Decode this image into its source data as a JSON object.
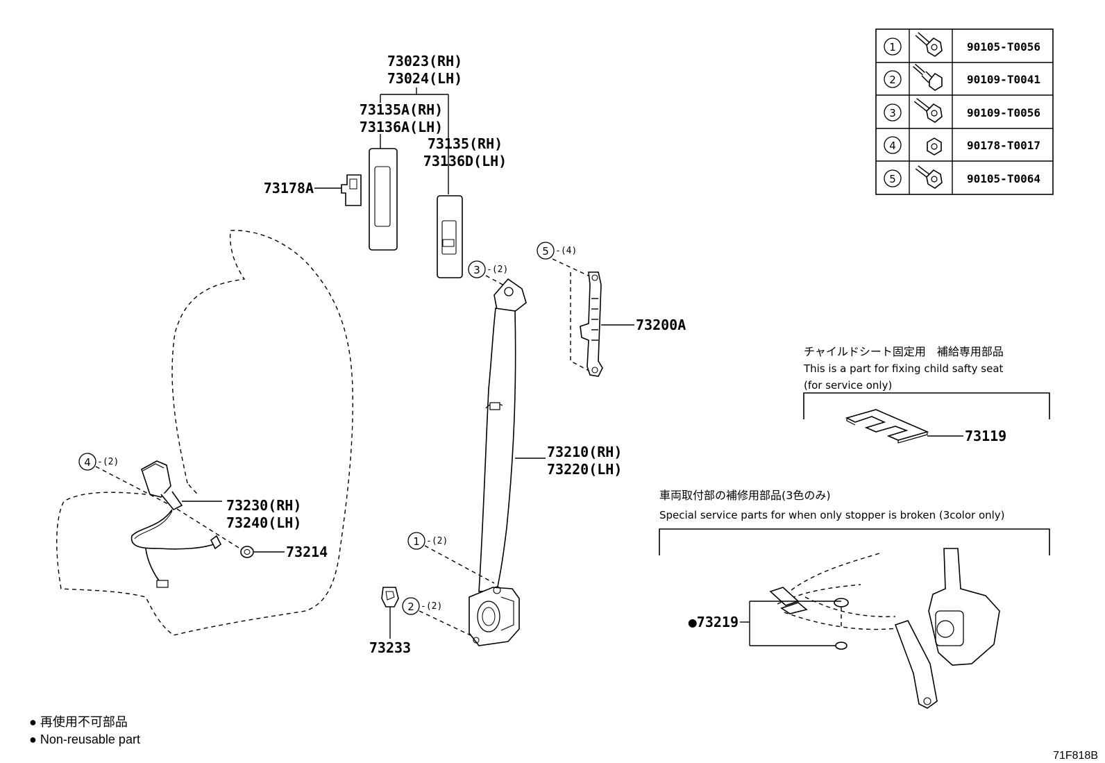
{
  "fastener_table": [
    {
      "num": "1",
      "icon": "flange-bolt-icon",
      "part_no": "90105-T0056"
    },
    {
      "num": "2",
      "icon": "stepped-bolt-icon",
      "part_no": "90109-T0041"
    },
    {
      "num": "3",
      "icon": "flange-bolt-icon",
      "part_no": "90109-T0056"
    },
    {
      "num": "4",
      "icon": "hex-nut-icon",
      "part_no": "90178-T0017"
    },
    {
      "num": "5",
      "icon": "flange-bolt-icon",
      "part_no": "90105-T0064"
    }
  ],
  "labels": {
    "p73023": "73023(RH)",
    "p73024": "73024(LH)",
    "p73135a": "73135A(RH)",
    "p73136a": "73136A(LH)",
    "p73135": "73135(RH)",
    "p73136d": "73136D(LH)",
    "p73178a": "73178A",
    "p73200a": "73200A",
    "p73210": "73210(RH)",
    "p73220": "73220(LH)",
    "p73230": "73230(RH)",
    "p73240": "73240(LH)",
    "p73214": "73214",
    "p73233": "73233",
    "p73119": "73119",
    "p73219": "●73219"
  },
  "callouts": {
    "c5": {
      "num": "5",
      "count": "-(4)"
    },
    "c3": {
      "num": "3",
      "count": "-(2)"
    },
    "c4": {
      "num": "4",
      "count": "-(2)"
    },
    "c1": {
      "num": "1",
      "count": "-(2)"
    },
    "c2": {
      "num": "2",
      "count": "-(2)"
    }
  },
  "child_seat_box": {
    "jp": "チャイルドシート固定用　補給専用部品",
    "en1": "This is a part for fixing child safty seat",
    "en2": "(for service only)"
  },
  "stopper_box": {
    "jp": "車両取付部の補修用部品(3色のみ)",
    "en": "Special service parts for when only stopper is broken (3color only)"
  },
  "legend": {
    "jp": "● 再使用不可部品",
    "en": "● Non-reusable part"
  },
  "diagram_ref": "71F818B"
}
